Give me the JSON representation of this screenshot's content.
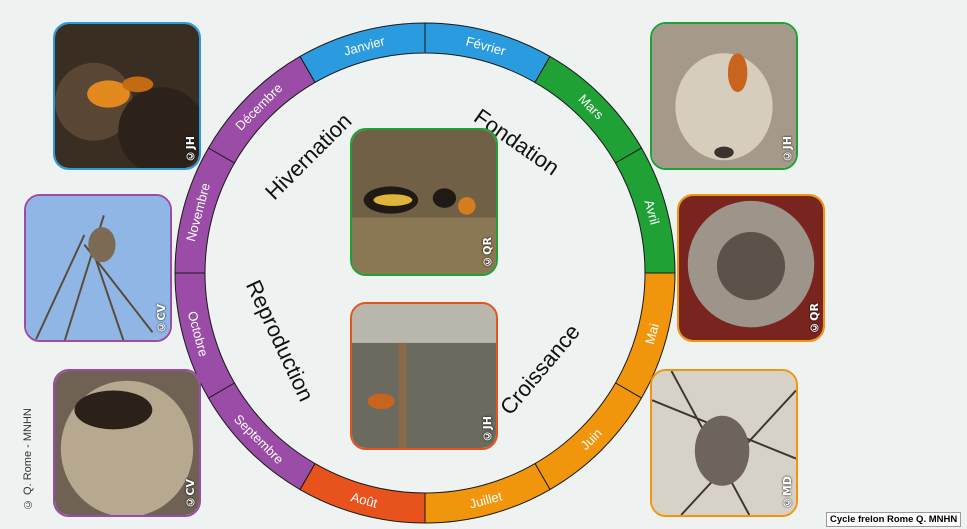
{
  "colors": {
    "hivernation": "#2b9be0",
    "fondation": "#1fa136",
    "croissance": "#f1960c",
    "aout": "#e8531d",
    "reproduction": "#9a4ca6"
  },
  "months": [
    {
      "key": "janvier",
      "label": "Janvier",
      "color": "#2b9be0"
    },
    {
      "key": "fevrier",
      "label": "Février",
      "color": "#2b9be0"
    },
    {
      "key": "mars",
      "label": "Mars",
      "color": "#1fa136"
    },
    {
      "key": "avril",
      "label": "Avril",
      "color": "#1fa136"
    },
    {
      "key": "mai",
      "label": "Mai",
      "color": "#f1960c"
    },
    {
      "key": "juin",
      "label": "Juin",
      "color": "#f1960c"
    },
    {
      "key": "juillet",
      "label": "Juillet",
      "color": "#f1960c"
    },
    {
      "key": "aout",
      "label": "Août",
      "color": "#e8531d"
    },
    {
      "key": "septembre",
      "label": "Septembre",
      "color": "#9a4ca6"
    },
    {
      "key": "octobre",
      "label": "Octobre",
      "color": "#9a4ca6"
    },
    {
      "key": "novembre",
      "label": "Novembre",
      "color": "#9a4ca6"
    },
    {
      "key": "decembre",
      "label": "Décembre",
      "color": "#9a4ca6"
    }
  ],
  "phases": {
    "hivernation": "Hivernation",
    "fondation": "Fondation",
    "croissance": "Croissance",
    "reproduction": "Reproduction"
  },
  "photos": {
    "p1": {
      "credit": "©JH",
      "border": "#2b9be0"
    },
    "p2": {
      "credit": "©CV",
      "border": "#9a4ca6"
    },
    "p3": {
      "credit": "©CV",
      "border": "#9a4ca6"
    },
    "p4": {
      "credit": "©JH",
      "border": "#1fa136"
    },
    "p5": {
      "credit": "©QR",
      "border": "#f1960c"
    },
    "p6": {
      "credit": "©MD",
      "border": "#f1960c"
    },
    "center_top": {
      "credit": "©QR",
      "border": "#1fa136"
    },
    "center_bottom": {
      "credit": "©JH",
      "border": "#e8531d"
    }
  },
  "side_credit": "© Q. Rome - MNHN",
  "caption": "Cycle frelon Rome Q. MNHN"
}
